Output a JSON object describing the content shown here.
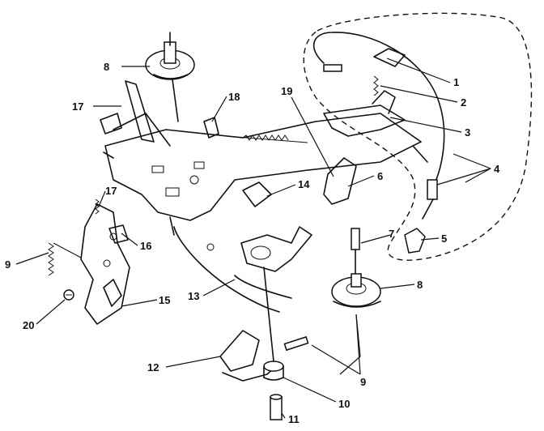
{
  "callouts": [
    {
      "id": "c1",
      "text": "1"
    },
    {
      "id": "c2",
      "text": "2"
    },
    {
      "id": "c3",
      "text": "3"
    },
    {
      "id": "c4",
      "text": "4"
    },
    {
      "id": "c5",
      "text": "5"
    },
    {
      "id": "c6",
      "text": "6"
    },
    {
      "id": "c7",
      "text": "7"
    },
    {
      "id": "c8a",
      "text": "8"
    },
    {
      "id": "c8b",
      "text": "8"
    },
    {
      "id": "c9a",
      "text": "9"
    },
    {
      "id": "c9b",
      "text": "9"
    },
    {
      "id": "c10",
      "text": "10"
    },
    {
      "id": "c11",
      "text": "11"
    },
    {
      "id": "c12",
      "text": "12"
    },
    {
      "id": "c13",
      "text": "13"
    },
    {
      "id": "c14",
      "text": "14"
    },
    {
      "id": "c15",
      "text": "15"
    },
    {
      "id": "c16",
      "text": "16"
    },
    {
      "id": "c17a",
      "text": "17"
    },
    {
      "id": "c17b",
      "text": "17"
    },
    {
      "id": "c18",
      "text": "18"
    },
    {
      "id": "c19",
      "text": "19"
    },
    {
      "id": "c20",
      "text": "20"
    }
  ]
}
